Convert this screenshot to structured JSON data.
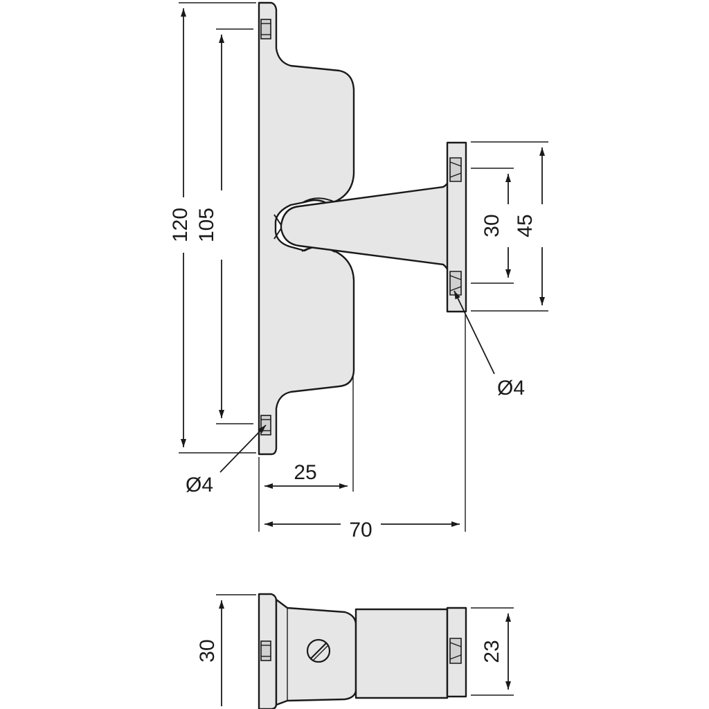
{
  "dimensions": {
    "overall_height": "120",
    "hole_spacing_left": "105",
    "right_plate_hole_spacing": "30",
    "right_plate_height": "45",
    "left_hole_diameter": "Ø4",
    "right_hole_diameter": "Ø4",
    "body_depth": "25",
    "overall_width": "70",
    "bottom_view_height": "30",
    "bottom_view_plate_height": "23"
  },
  "colors": {
    "part_fill": "#e6e6e6",
    "line": "#1a1a1a",
    "background": "#ffffff"
  }
}
